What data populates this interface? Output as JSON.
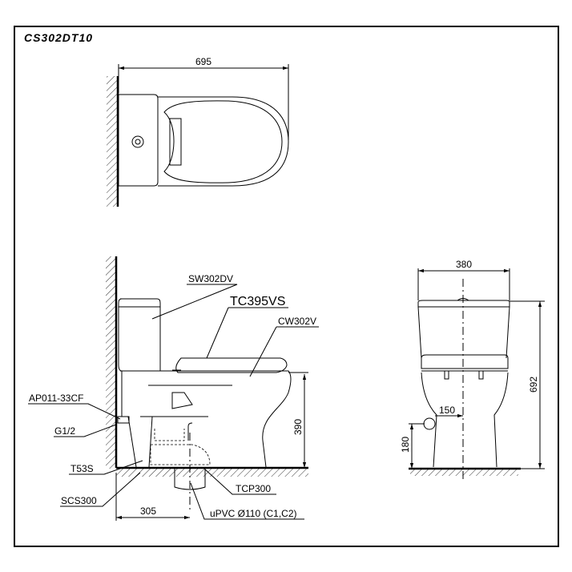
{
  "title": "CS302DT10",
  "top_view": {
    "width_dim": "695"
  },
  "side_view": {
    "labels": {
      "tank": "SW302DV",
      "seat": "TC395VS",
      "bowl": "CW302V",
      "angle_valve": "AP011-33CF",
      "inlet": "G1/2",
      "fixing": "T53S",
      "sealing": "SCS300",
      "connector": "TCP300",
      "pipe": "uPVC Ø110 (C1,C2)"
    },
    "dims": {
      "seat_height": "390",
      "rough_in": "305"
    }
  },
  "front_view": {
    "dims": {
      "width": "380",
      "height": "692",
      "inlet_offset": "150",
      "inlet_height": "180"
    }
  }
}
